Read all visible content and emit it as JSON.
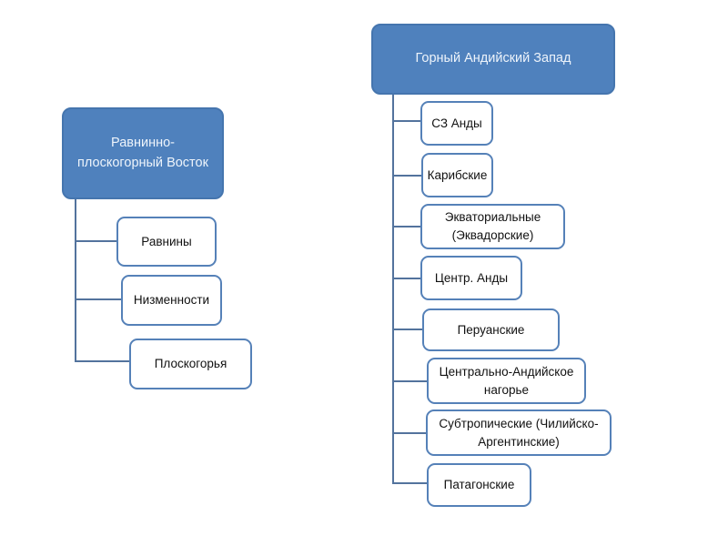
{
  "diagram": {
    "type": "hierarchy-smartart",
    "colors": {
      "root_fill": "#4f81bd",
      "root_border": "#4575ae",
      "root_text": "#eef4fb",
      "child_fill": "#ffffff",
      "child_border": "#5581b8",
      "child_text": "#111111",
      "connector": "#53739d",
      "background": "#ffffff"
    },
    "left_tree": {
      "root": {
        "label": "Равнинно-\nплоскогорный Восток"
      },
      "children": [
        {
          "label": "Равнины"
        },
        {
          "label": "Низменности"
        },
        {
          "label": "Плоскогорья"
        }
      ]
    },
    "right_tree": {
      "root": {
        "label": "Горный Андийский Запад"
      },
      "children": [
        {
          "label": "СЗ Анды"
        },
        {
          "label": "Карибские"
        },
        {
          "label": "Экваториальные\n(Эквадорские)"
        },
        {
          "label": "Центр. Анды"
        },
        {
          "label": "Перуанские"
        },
        {
          "label": "Центрально-Андийское\nнагорье"
        },
        {
          "label": "Субтропические (Чилийско-\nАргентинские)"
        },
        {
          "label": "Патагонские"
        }
      ]
    }
  }
}
